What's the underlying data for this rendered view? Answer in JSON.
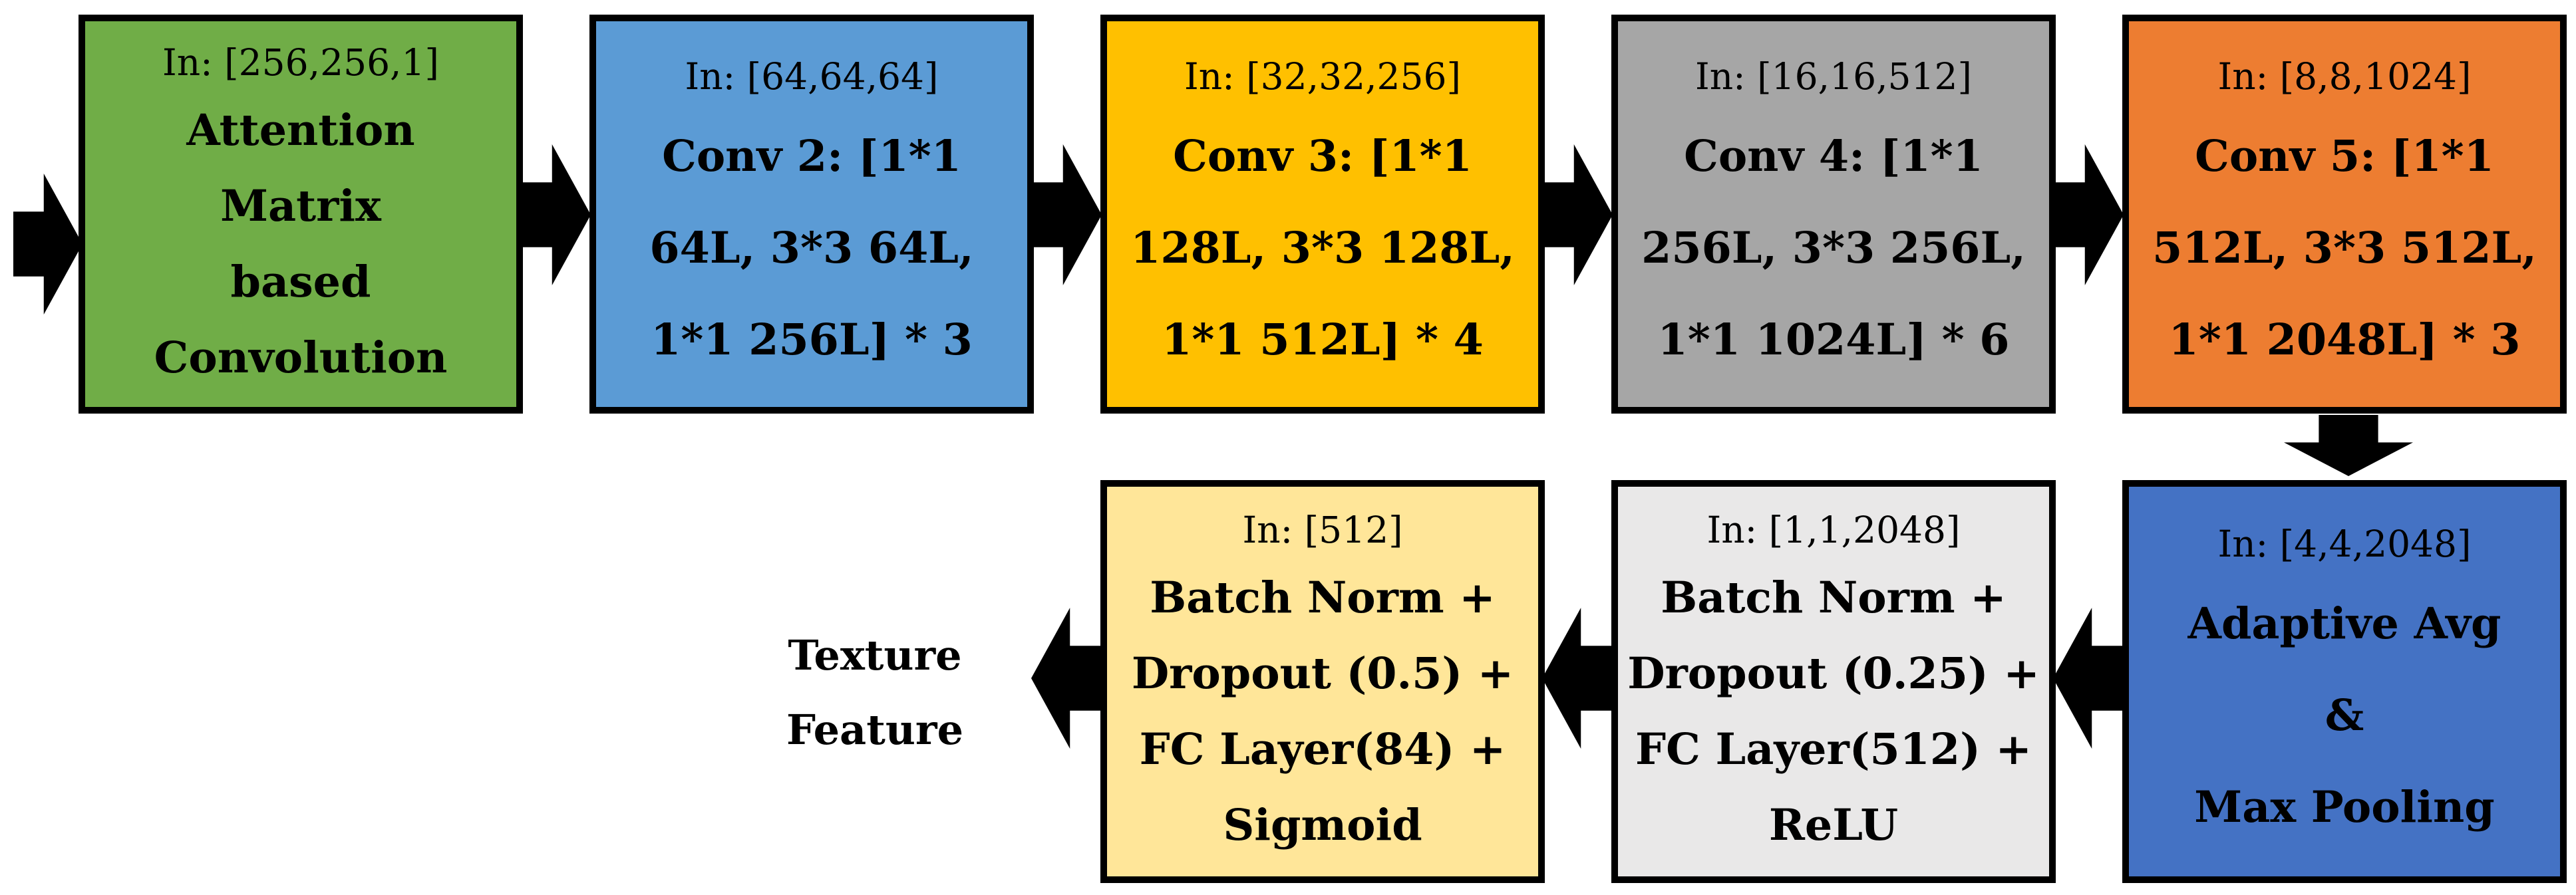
{
  "colors": {
    "green": "#70ad47",
    "blue": "#5b9bd5",
    "gold": "#ffc000",
    "gray": "#a6a6a6",
    "orange": "#ed7d31",
    "dark_blue": "#4472c4",
    "light_gray": "#e9e8e8",
    "light_yellow": "#ffe699",
    "arrow": "#000000",
    "border": "#000000",
    "background": "#ffffff"
  },
  "row1_boxes": [
    {
      "name": "attention-matrix-convolution",
      "in_label": "In: [256,256,1]",
      "lines": [
        "Attention",
        "Matrix",
        "based",
        "Convolution"
      ],
      "fill": "#70ad47"
    },
    {
      "name": "conv2",
      "in_label": "In: [64,64,64]",
      "lines": [
        "Conv 2: [1*1",
        "64L, 3*3 64L,",
        "1*1 256L] * 3"
      ],
      "fill": "#5b9bd5"
    },
    {
      "name": "conv3",
      "in_label": "In: [32,32,256]",
      "lines": [
        "Conv 3: [1*1",
        "128L, 3*3 128L,",
        "1*1 512L] * 4"
      ],
      "fill": "#ffc000"
    },
    {
      "name": "conv4",
      "in_label": "In: [16,16,512]",
      "lines": [
        "Conv 4: [1*1",
        "256L, 3*3 256L,",
        "1*1 1024L] * 6"
      ],
      "fill": "#a6a6a6"
    },
    {
      "name": "conv5",
      "in_label": "In: [8,8,1024]",
      "lines": [
        "Conv 5: [1*1",
        "512L, 3*3 512L,",
        "1*1 2048L] * 3"
      ],
      "fill": "#ed7d31"
    }
  ],
  "row2_boxes": [
    {
      "name": "adaptive-avg-max-pooling",
      "in_label": "In: [4,4,2048]",
      "lines": [
        "Adaptive Avg",
        "&",
        "Max Pooling"
      ],
      "fill": "#4472c4"
    },
    {
      "name": "fc-512-relu",
      "in_label": "In: [1,1,2048]",
      "lines": [
        "Batch Norm +",
        "Dropout (0.25) +",
        "FC Layer(512) +",
        "ReLU"
      ],
      "fill": "#e9e8e8"
    },
    {
      "name": "fc-84-sigmoid",
      "in_label": "In: [512]",
      "lines": [
        "Batch Norm +",
        "Dropout (0.5) +",
        "FC Layer(84) +",
        "Sigmoid"
      ],
      "fill": "#ffe699"
    }
  ],
  "output_label": {
    "line1": "Texture",
    "line2": "Feature"
  }
}
